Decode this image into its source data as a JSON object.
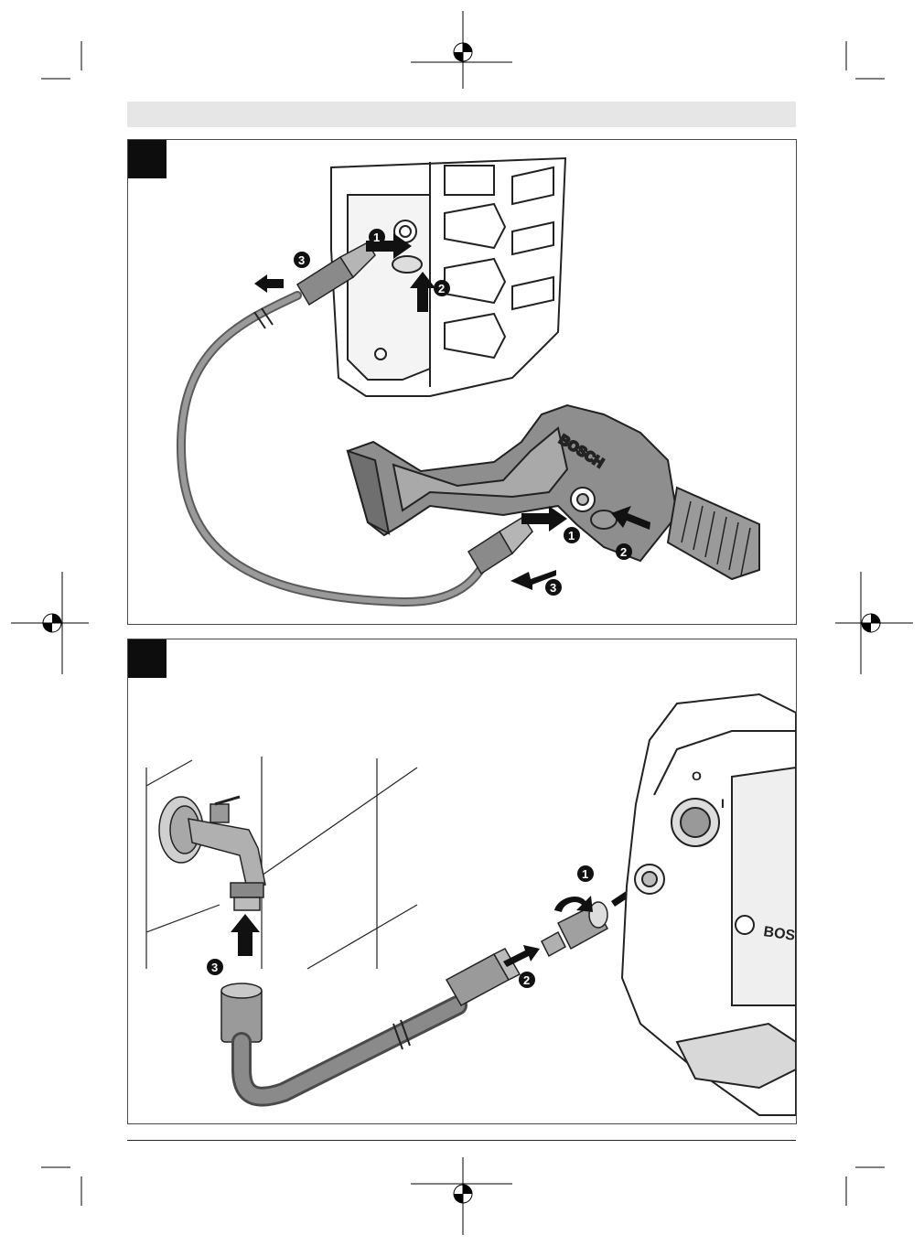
{
  "figure_a": {
    "gun_brand": "BOSCH",
    "steps": [
      "1",
      "2",
      "3"
    ]
  },
  "figure_b": {
    "switch_off_label": "O",
    "switch_on_label": "I",
    "machine_brand": "BOS",
    "steps": [
      "1",
      "2",
      "3"
    ]
  },
  "colors": {
    "header_bar": "#e6e6e6",
    "tab_square": "#0d0d0d",
    "hose": "#8a8a8a",
    "device_body": "#9e9e9e"
  }
}
